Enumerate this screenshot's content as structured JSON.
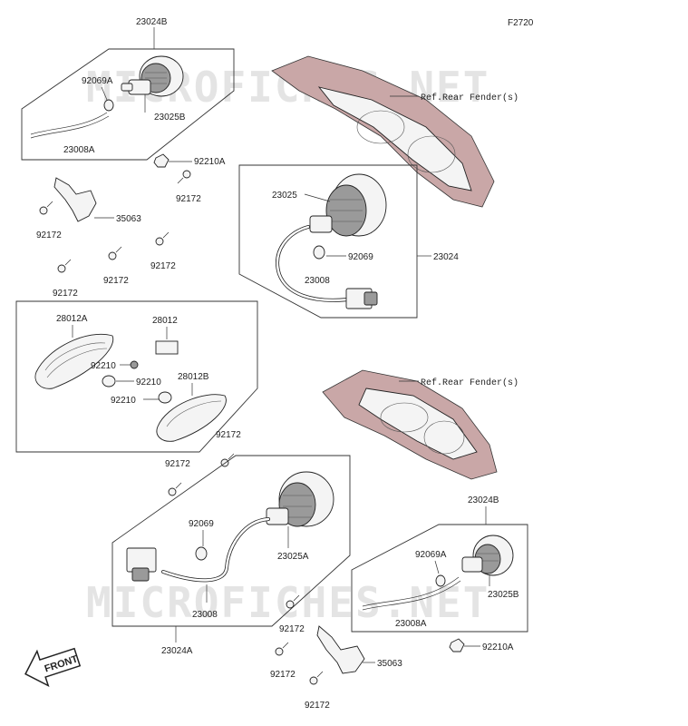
{
  "figure_code": "F2720",
  "watermark": "MICROFICHES.NET",
  "front_label": "FRONT",
  "ref_rear_fender_top": "Ref.Rear Fender(s)",
  "ref_rear_fender_mid": "Ref.Rear Fender(s)",
  "callouts": {
    "c23024b_top": "23024B",
    "c92069a_top": "92069A",
    "c23025b_top": "23025B",
    "c23008a_top": "23008A",
    "c92210a_top": "92210A",
    "c92172_a": "92172",
    "c35063_top": "35063",
    "c92172_b": "92172",
    "c92172_c": "92172",
    "c92172_d": "92172",
    "c92172_e": "92172",
    "c23025": "23025",
    "c92069": "92069",
    "c23008": "23008",
    "c23024": "23024",
    "c28012a": "28012A",
    "c28012": "28012",
    "c92210_a": "92210",
    "c92210_b": "92210",
    "c28012b": "28012B",
    "c92210_c": "92210",
    "c92172_f": "92172",
    "c92172_g": "92172",
    "c92069_low": "92069",
    "c23025a": "23025A",
    "c23008_low": "23008",
    "c23024a": "23024A",
    "c23024b_low": "23024B",
    "c92069a_low": "92069A",
    "c23025b_low": "23025B",
    "c23008a_low": "23008A",
    "c92172_h": "92172",
    "c35063_low": "35063",
    "c92210a_low": "92210A",
    "c92172_i": "92172",
    "c92172_j": "92172"
  }
}
